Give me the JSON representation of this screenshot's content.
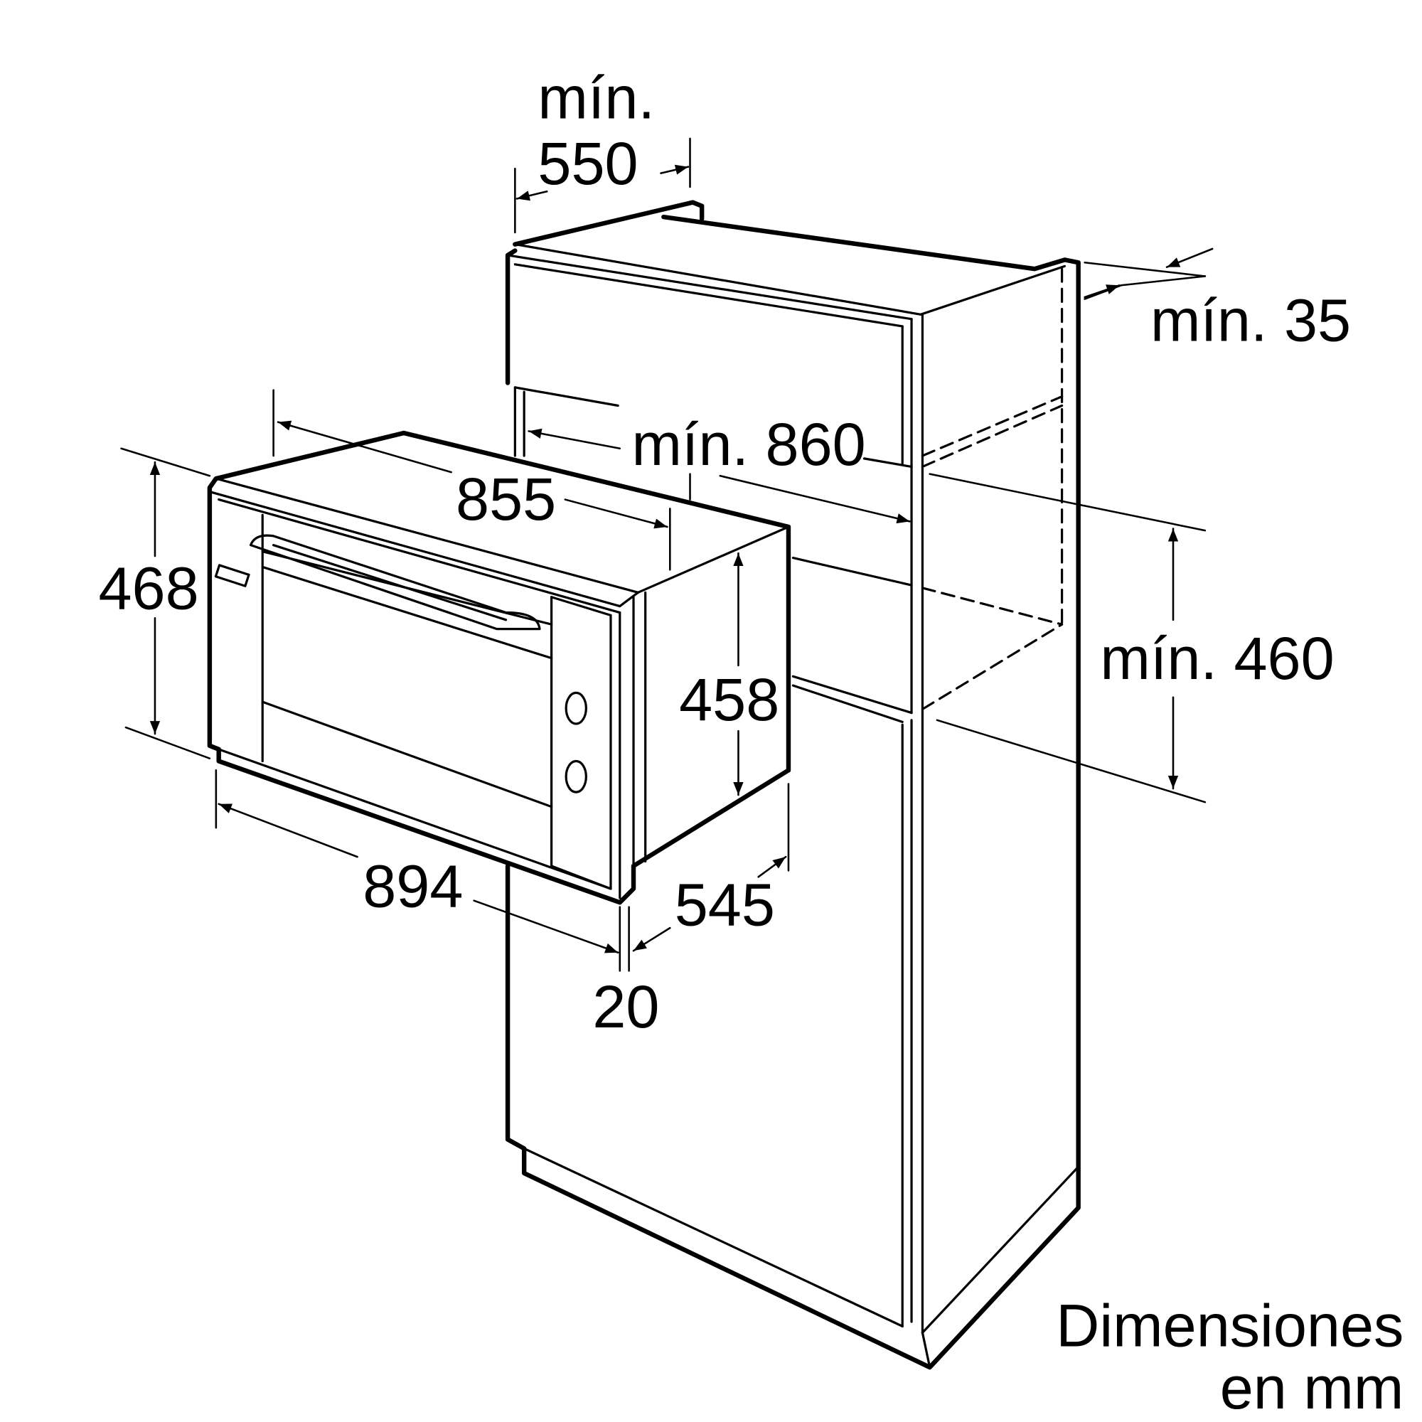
{
  "dimensions": {
    "min_label": "mín.",
    "cabinet_depth": "550",
    "gap_top": "mín. 35",
    "niche_width": "mín. 860",
    "niche_height": "mín. 460",
    "oven_body_width": "855",
    "oven_front_height": "468",
    "oven_body_height": "458",
    "oven_front_width": "894",
    "oven_depth": "545",
    "front_thickness": "20"
  },
  "note": {
    "line1": "Dimensiones",
    "line2": "en mm"
  }
}
